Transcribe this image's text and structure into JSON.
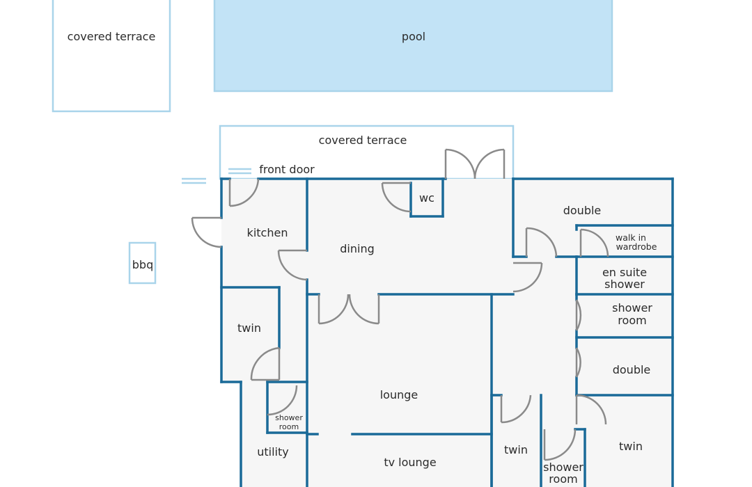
{
  "labels": {
    "covered_terrace_top": "covered terrace",
    "pool": "pool",
    "covered_terrace": "covered terrace",
    "front_door": "front door",
    "kitchen": "kitchen",
    "dining": "dining",
    "wc": "wc",
    "double_top": "double",
    "walk_in_1": "walk in",
    "walk_in_2": "wardrobe",
    "en_suite_1": "en suite",
    "en_suite_2": "shower",
    "shower_room_right_1": "shower",
    "shower_room_right_2": "room",
    "double_mid": "double",
    "twin_bottom_right": "twin",
    "bbq": "bbq",
    "twin_left": "twin",
    "shower_room_small_1": "shower",
    "shower_room_small_2": "room",
    "utility": "utility",
    "lounge": "lounge",
    "tv_lounge": "tv lounge",
    "twin_mid": "twin",
    "shower_room_bottom_1": "shower",
    "shower_room_bottom_2": "room"
  },
  "colors": {
    "wall": "#1a6a98",
    "outline": "#a9d4ea",
    "pool": "#c2e3f6",
    "floor": "#f6f6f6",
    "door": "#8a8a8a",
    "text": "#2b2b2b"
  }
}
